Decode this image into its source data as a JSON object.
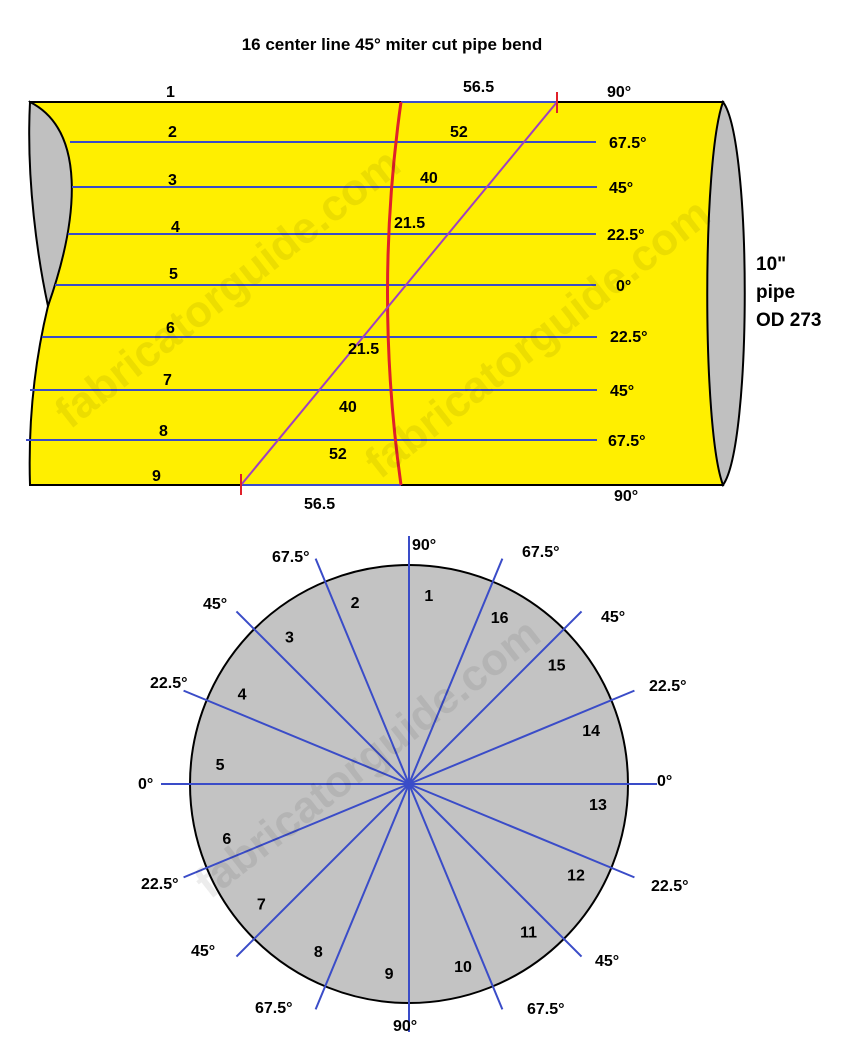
{
  "title": "16 center line 45° miter cut pipe bend",
  "watermark": "fabricatorguide.com",
  "pipe_info": [
    "10\"",
    "pipe",
    "OD 273"
  ],
  "colors": {
    "pipe_fill": "#ffef00",
    "end_fill": "#c0c0c0",
    "line_blue": "#3a4cc8",
    "cut_red": "#e0202a",
    "diagonal_purple": "#a040c0",
    "circle_fill": "#c3c3c3"
  },
  "pipe_lines": [
    {
      "number": "1",
      "angle": "90°"
    },
    {
      "number": "2",
      "angle": "67.5°"
    },
    {
      "number": "3",
      "angle": "45°"
    },
    {
      "number": "4",
      "angle": "22.5°"
    },
    {
      "number": "5",
      "angle": "0°"
    },
    {
      "number": "6",
      "angle": "22.5°"
    },
    {
      "number": "7",
      "angle": "45°"
    },
    {
      "number": "8",
      "angle": "67.5°"
    },
    {
      "number": "9",
      "angle": "90°"
    }
  ],
  "cut_lengths": [
    "56.5",
    "52",
    "40",
    "21.5",
    "21.5",
    "40",
    "52",
    "56.5"
  ],
  "circle_divisions": [
    {
      "number": "1",
      "angle": "90°"
    },
    {
      "number": "2",
      "angle": "67.5°"
    },
    {
      "number": "3",
      "angle": "45°"
    },
    {
      "number": "4",
      "angle": "22.5°"
    },
    {
      "number": "5",
      "angle": "0°"
    },
    {
      "number": "6",
      "angle": "22.5°"
    },
    {
      "number": "7",
      "angle": "45°"
    },
    {
      "number": "8",
      "angle": "67.5°"
    },
    {
      "number": "9",
      "angle": "90°"
    },
    {
      "number": "10",
      "angle": "67.5°"
    },
    {
      "number": "11",
      "angle": "45°"
    },
    {
      "number": "12",
      "angle": "22.5°"
    },
    {
      "number": "13",
      "angle": "0°"
    },
    {
      "number": "14",
      "angle": "22.5°"
    },
    {
      "number": "15",
      "angle": "45°"
    },
    {
      "number": "16",
      "angle": "67.5°"
    }
  ]
}
